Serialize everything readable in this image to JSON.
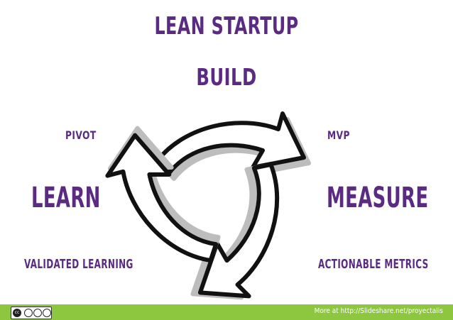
{
  "slide": {
    "title": "LEAN STARTUP",
    "build": "BUILD",
    "measure": "MEASURE",
    "learn": "LEARN",
    "mvp": "MVP",
    "actionable_metrics": "ACTIONABLE METRICS",
    "pivot": "PIVOT",
    "validated_learning": "VALIDATED LEARNING"
  },
  "footer": {
    "text": "More at http://Slideshare.net/proyectalis",
    "license_icon": "creative-commons-by-nc-nd-badge"
  },
  "colors": {
    "label": "#5b2a82",
    "footer_bg": "#8dc63f",
    "footer_text": "#ffffff",
    "arrow_fill": "#ffffff",
    "arrow_outline": "#111111",
    "arrow_shadow": "#bdbdbd"
  },
  "icons": {
    "arrows": "curved-cycle-arrow"
  }
}
